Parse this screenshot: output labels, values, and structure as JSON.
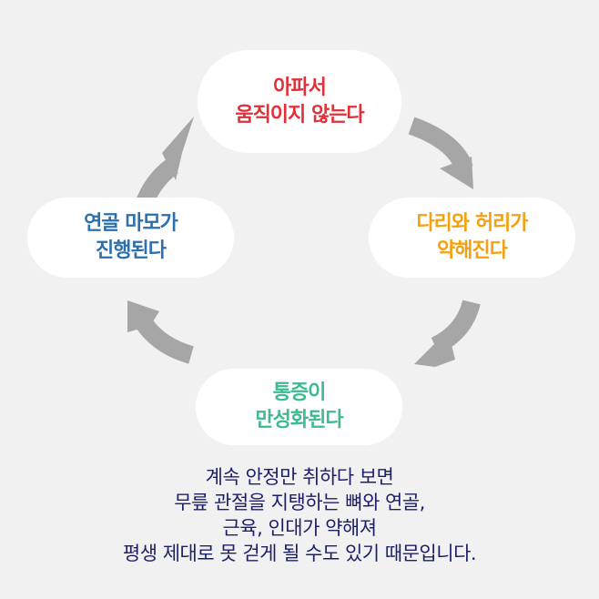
{
  "colors": {
    "background": "#f1f1f1",
    "arrow": "#a6a6a6",
    "top": "#e0303a",
    "right": "#f5a011",
    "bottom": "#3dba8e",
    "left": "#2a6fae",
    "caption": "#1b1f6b"
  },
  "cycle": {
    "top": {
      "lines": [
        "아파서",
        "움직이지 않는다"
      ]
    },
    "right": {
      "lines": [
        "다리와 허리가",
        "약해진다"
      ]
    },
    "bottom": {
      "lines": [
        "통증이",
        "만성화된다"
      ]
    },
    "left": {
      "lines": [
        "연골 마모가",
        "진행된다"
      ]
    }
  },
  "caption": {
    "lines": [
      "계속 안정만 취하다 보면",
      "무릎 관절을 지탱하는 뼈와 연골,",
      "근육, 인대가 약해져",
      "평생 제대로 못 걷게 될 수도 있기 때문입니다."
    ]
  }
}
